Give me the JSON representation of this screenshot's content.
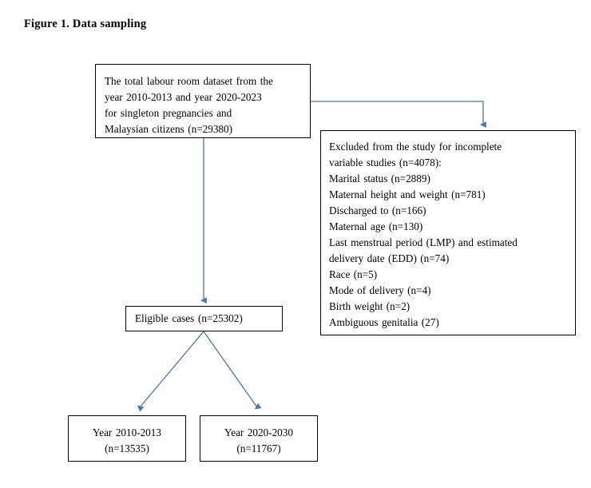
{
  "figure": {
    "caption": "Figure 1. Data sampling",
    "accent_color": "#4a76a8",
    "box_border_color": "#000000",
    "background_color": "#ffffff"
  },
  "nodes": {
    "total_dataset": {
      "name": "total-labour-room-dataset",
      "text": "The total labour room dataset from the\nyear 2010-2013 and year 2020-2023\nfor singleton  pregnancies  and\nMalaysian  citizens  (n=29380)"
    },
    "excluded": {
      "name": "excluded-from-study",
      "text": "Excluded  from  the study  for incomplete\nvariable  studies (n=4078):\nMarital  status (n=2889)\nMaternal  height  and weight  (n=781)\nDischarged  to (n=166)\nMaternal  age (n=130)\nLast menstrual  period (LMP) and estimated\ndelivery  date (EDD)  (n=74)\nRace (n=5)\nMode of delivery  (n=4)\nBirth  weight  (n=2)\nAmbiguous  genitalia  (27)",
      "items": [
        {
          "label": "Excluded  from  the study  for incomplete variable  studies",
          "count": "n=4078"
        },
        {
          "label": "Marital  status",
          "count": "n=2889"
        },
        {
          "label": "Maternal  height  and weight",
          "count": "n=781"
        },
        {
          "label": "Discharged  to",
          "count": "n=166"
        },
        {
          "label": "Maternal  age",
          "count": "n=130"
        },
        {
          "label": "Last menstrual  period (LMP) and estimated delivery  date (EDD)",
          "count": "n=74"
        },
        {
          "label": "Race",
          "count": "n=5"
        },
        {
          "label": "Mode of delivery",
          "count": "n=4"
        },
        {
          "label": "Birth  weight",
          "count": "n=2"
        },
        {
          "label": "Ambiguous  genitalia",
          "count": "27"
        }
      ]
    },
    "eligible": {
      "name": "eligible-cases",
      "text": "Eligible  cases (n=25302)"
    },
    "year_group_a": {
      "name": "year-2010-2013-group",
      "text": "Year  2010-2013\n(n=13535)"
    },
    "year_group_b": {
      "name": "year-2020-2030-group",
      "text": "Year  2020-2030\n(n=11767)"
    }
  }
}
